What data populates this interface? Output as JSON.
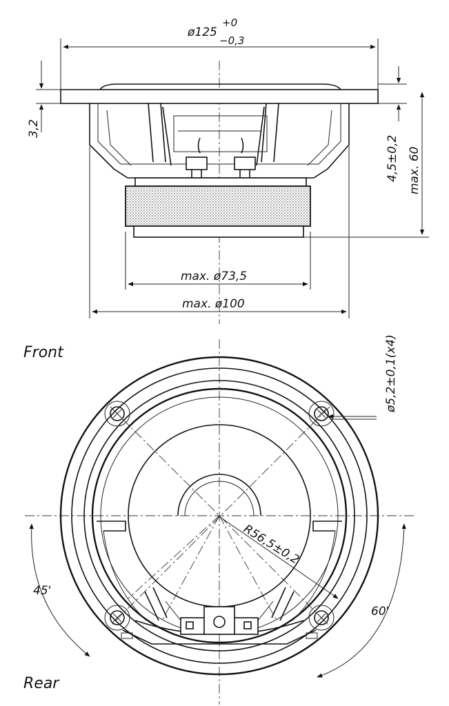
{
  "side_view": {
    "outer_diameter": "ø125",
    "outer_tol_plus": "+0",
    "outer_tol_minus": "−0,3",
    "flange_thickness": "3,2",
    "mount_depth": "4,5±0,2",
    "max_depth": "max. 60",
    "magnet_diameter": "max. ø73,5",
    "basket_diameter": "max. ø100"
  },
  "front_view": {
    "front_label": "Front",
    "rear_label": "Rear",
    "hole_spec": "ø5,2±0,1(x4)",
    "radius_spec": "R56,5±0,2",
    "angle_left": "45'",
    "angle_right": "60'"
  }
}
